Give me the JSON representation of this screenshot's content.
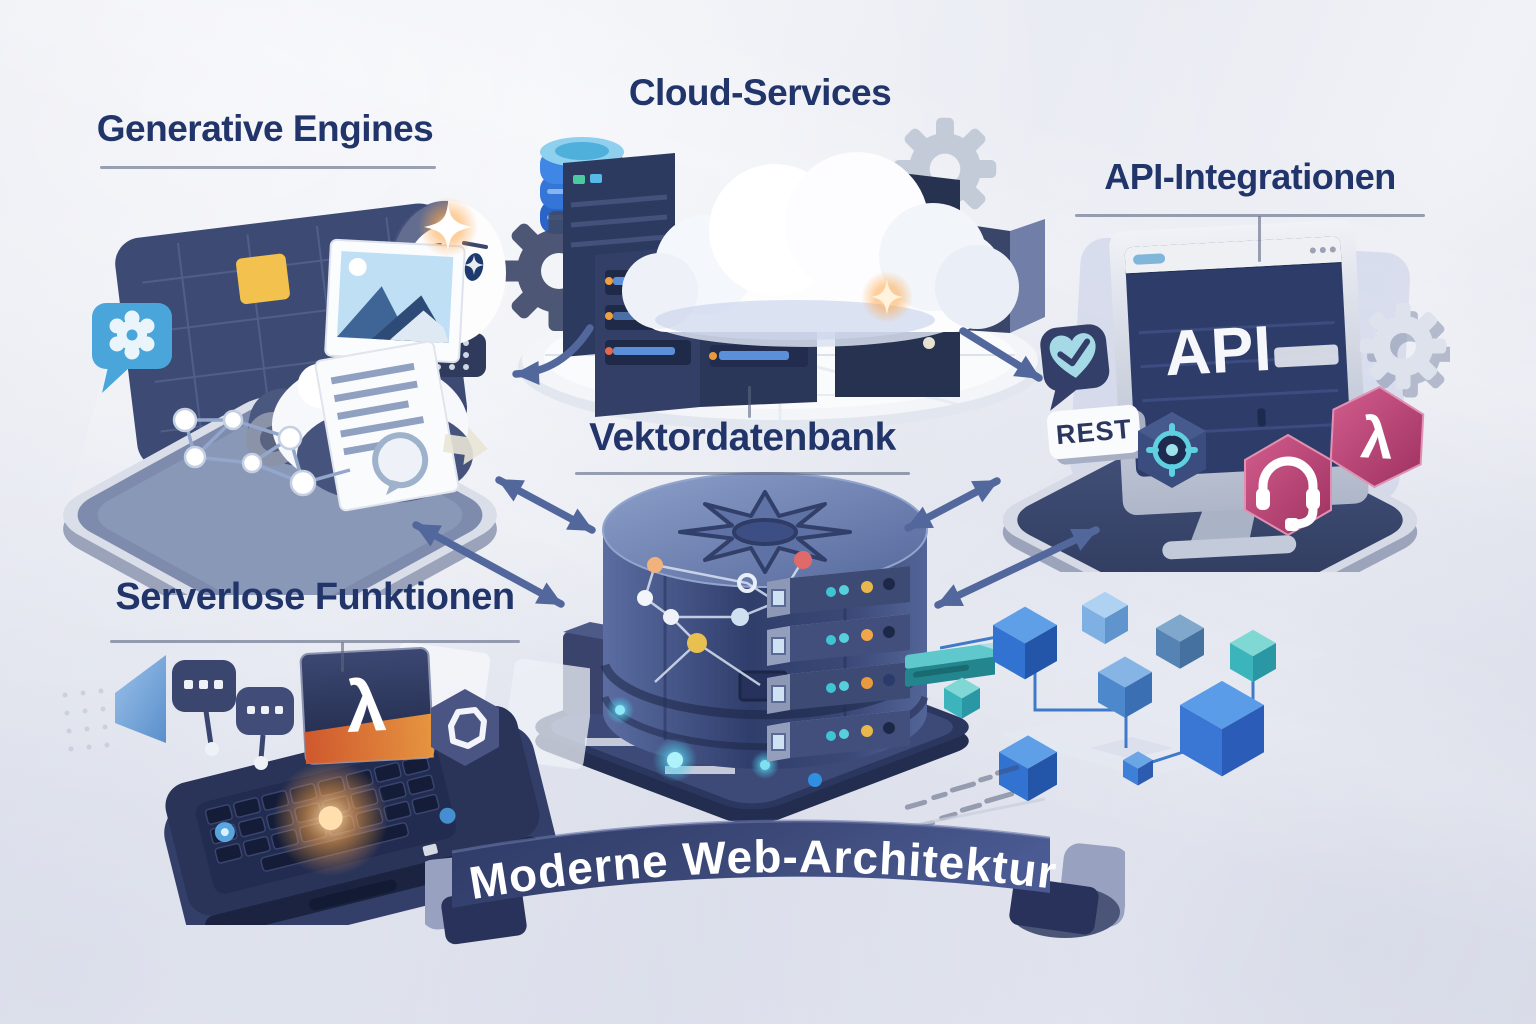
{
  "diagram_title": "Moderne Web-Architektur",
  "banner": {
    "label": "Moderne Web-Architektur"
  },
  "sections": {
    "generative_engines": {
      "label": "Generative Engines"
    },
    "cloud_services": {
      "label": "Cloud-Services"
    },
    "api_integrationen": {
      "label": "API-Integrationen",
      "monitor_text": "API",
      "rest_badge": "REST"
    },
    "vektordatenbank": {
      "label": "Vektordatenbank"
    },
    "serverlose_funktionen": {
      "label": "Serverlose Funktionen"
    }
  },
  "icons": {
    "lambda_glyph": "λ",
    "names": [
      "robot-icon",
      "gear-icon",
      "cloud-icon",
      "server-rack-icon",
      "database-stack-icon",
      "globe-icon",
      "monitor-icon",
      "heart-check-icon",
      "aperture-icon",
      "headset-icon",
      "lambda-icon",
      "chat-bubble-icon",
      "node-graph-icon",
      "cube-icon",
      "document-icon",
      "picture-frame-icon",
      "sparkle-icon"
    ]
  },
  "connections": [
    {
      "from": "cloud-services",
      "to": "generative-engines",
      "bidirectional": false
    },
    {
      "from": "generative-engines",
      "to": "vektordatenbank",
      "bidirectional": true
    },
    {
      "from": "serverlose-funktionen",
      "to": "vektordatenbank",
      "bidirectional": true
    },
    {
      "from": "cloud-services",
      "to": "api-integrationen",
      "bidirectional": false
    },
    {
      "from": "vektordatenbank",
      "to": "api-integrationen",
      "bidirectional": true
    },
    {
      "from": "vektordatenbank",
      "to": "api-integrationen-services",
      "bidirectional": true
    }
  ],
  "colors": {
    "background": "#e9ebf2",
    "heading": "#21356b",
    "underline": "#5c6680",
    "arrow": "#52689c",
    "banner_bg": "#36426e",
    "banner_text": "#ffffff",
    "screen_navy": "#2e3c6a",
    "platform_navy": "#3a4670",
    "silver": "#c6cdda",
    "accent_blue": "#3f87d6",
    "accent_teal": "#45c4cf",
    "accent_orange": "#f0a13f",
    "accent_pink": "#c2487e"
  }
}
